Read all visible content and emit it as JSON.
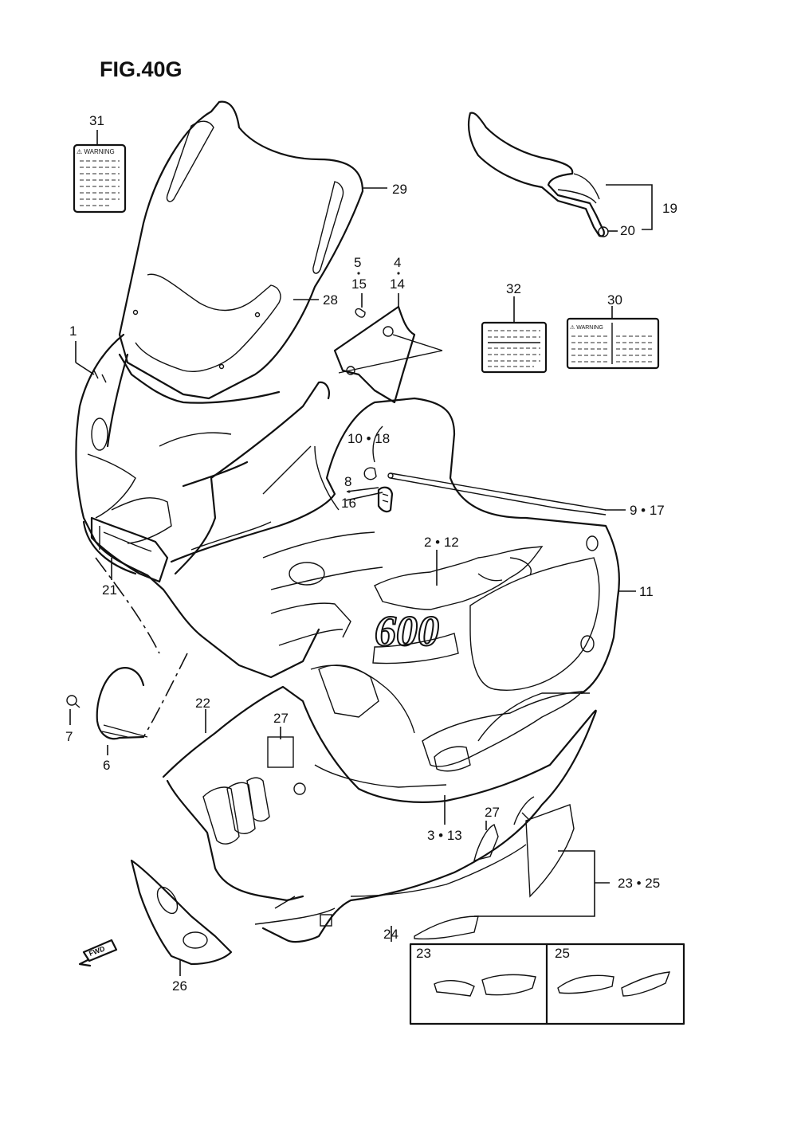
{
  "title": "FIG.40G",
  "callouts": {
    "c1": "1",
    "c2_12": "2 • 12",
    "c3_13": "3 • 13",
    "c4": "4",
    "c5": "5",
    "c6": "6",
    "c7": "7",
    "c8": "8",
    "c9_17": "9 • 17",
    "c10_18": "10 • 18",
    "c11": "11",
    "c14": "14",
    "c15": "15",
    "c16": "16",
    "c19": "19",
    "c20": "20",
    "c21": "21",
    "c22": "22",
    "c23_25": "23 • 25",
    "c24": "24",
    "c26": "26",
    "c27a": "27",
    "c27b": "27",
    "c28": "28",
    "c29": "29",
    "c30": "30",
    "c31": "31",
    "c32": "32"
  },
  "decal_text": {
    "warning": "⚠ WARNING",
    "model": "600"
  },
  "inset": {
    "left_label": "23",
    "right_label": "25"
  },
  "direction_marker": "FWD"
}
